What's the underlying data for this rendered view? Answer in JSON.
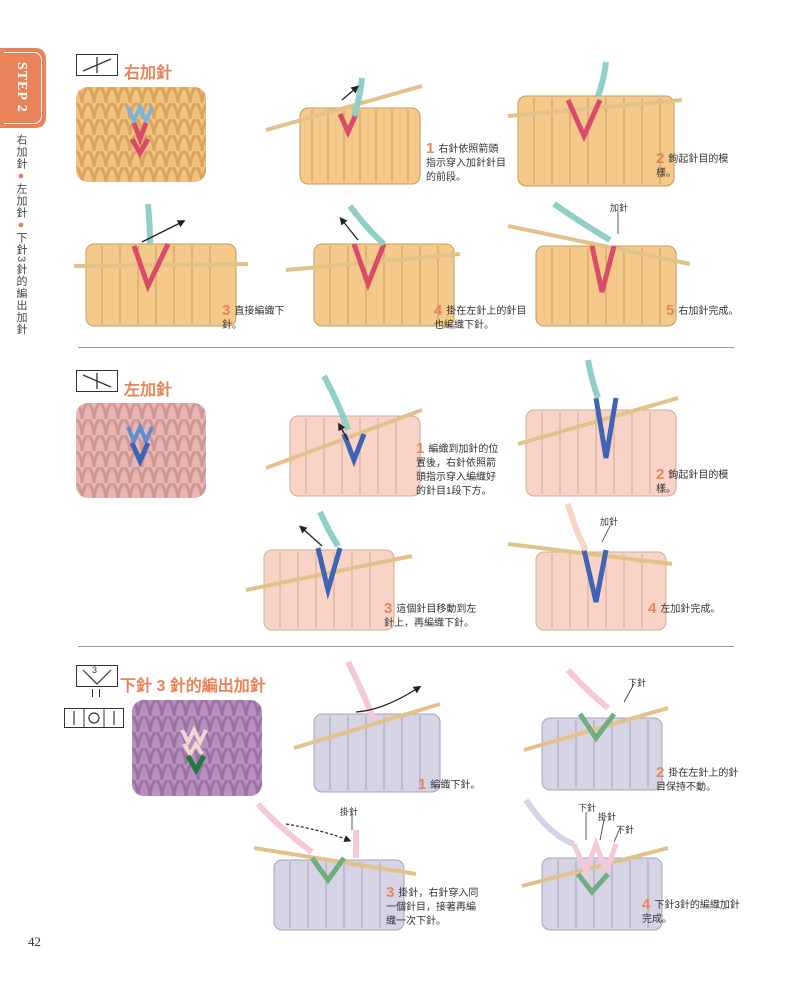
{
  "step_tab": "STEP 2",
  "side_title": {
    "part1": "右加針",
    "part2": "左加針",
    "part3": "下針3針的編出加針"
  },
  "page_number": "42",
  "colors": {
    "accent": "#e9845a",
    "orange_yarn": "#f1c27d",
    "pink_yarn": "#f6cbbd",
    "lilac_yarn": "#d3d0e3"
  },
  "sections": [
    {
      "title": "右加針",
      "steps": [
        {
          "num": "1",
          "text": "右針依照箭頭指示穿入加針針目的前段。"
        },
        {
          "num": "2",
          "text": "鉤起針目的模樣。"
        },
        {
          "num": "3",
          "text": "直接編織下針。"
        },
        {
          "num": "4",
          "text": "掛在左針上的針目也編織下針。"
        },
        {
          "num": "5",
          "text": "右加針完成。",
          "label": "加針"
        }
      ]
    },
    {
      "title": "左加針",
      "steps": [
        {
          "num": "1",
          "text": "編織到加針的位置後，右針依照箭頭指示穿入編織好的針目1段下方。"
        },
        {
          "num": "2",
          "text": "鉤起針目的模樣。"
        },
        {
          "num": "3",
          "text": "這個針目移動到左針上，再編織下針。"
        },
        {
          "num": "4",
          "text": "左加針完成。",
          "label": "加針"
        }
      ]
    },
    {
      "title": "下針 3 針的編出加針",
      "symbol_number": "3",
      "steps": [
        {
          "num": "1",
          "text": "編織下針。"
        },
        {
          "num": "2",
          "text": "掛在左針上的針目保持不動。",
          "label": "下針"
        },
        {
          "num": "3",
          "text": "掛針，右針穿入同一個針目，接著再編織一次下針。",
          "label": "掛針"
        },
        {
          "num": "4",
          "text": "下針3針的編織加針完成。",
          "labels": [
            "下針",
            "掛針",
            "下針"
          ]
        }
      ]
    }
  ]
}
